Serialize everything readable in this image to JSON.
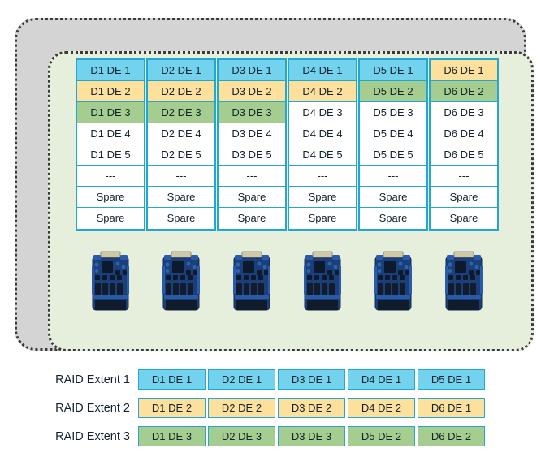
{
  "diagram": {
    "title_alt": "RAID disk extent pool layout",
    "colors": {
      "cyan": "#73d2ed",
      "yellow": "#fce09b",
      "green": "#a5cd8f",
      "plain": "#ffffff",
      "cell_border": "#22a7d0",
      "enclosure_outer_fill": "#d4d4d4",
      "enclosure_inner_fill": "#e5efdc",
      "enclosure_border": "#3a3a3a"
    }
  },
  "disk_grid": {
    "columns": [
      {
        "disk": "D1",
        "cells": [
          {
            "label": "D1 DE 1",
            "color": "cyan"
          },
          {
            "label": "D1 DE 2",
            "color": "yellow"
          },
          {
            "label": "D1 DE 3",
            "color": "green"
          },
          {
            "label": "D1 DE 4",
            "color": "plain"
          },
          {
            "label": "D1 DE 5",
            "color": "plain"
          },
          {
            "label": "---",
            "color": "plain"
          },
          {
            "label": "Spare",
            "color": "plain"
          },
          {
            "label": "Spare",
            "color": "plain"
          }
        ]
      },
      {
        "disk": "D2",
        "cells": [
          {
            "label": "D2 DE 1",
            "color": "cyan"
          },
          {
            "label": "D2 DE 2",
            "color": "yellow"
          },
          {
            "label": "D2 DE 3",
            "color": "green"
          },
          {
            "label": "D2 DE 4",
            "color": "plain"
          },
          {
            "label": "D2 DE 5",
            "color": "plain"
          },
          {
            "label": "---",
            "color": "plain"
          },
          {
            "label": "Spare",
            "color": "plain"
          },
          {
            "label": "Spare",
            "color": "plain"
          }
        ]
      },
      {
        "disk": "D3",
        "cells": [
          {
            "label": "D3 DE 1",
            "color": "cyan"
          },
          {
            "label": "D3 DE 2",
            "color": "yellow"
          },
          {
            "label": "D3 DE 3",
            "color": "green"
          },
          {
            "label": "D3 DE 4",
            "color": "plain"
          },
          {
            "label": "D3 DE 5",
            "color": "plain"
          },
          {
            "label": "---",
            "color": "plain"
          },
          {
            "label": "Spare",
            "color": "plain"
          },
          {
            "label": "Spare",
            "color": "plain"
          }
        ]
      },
      {
        "disk": "D4",
        "cells": [
          {
            "label": "D4 DE 1",
            "color": "cyan"
          },
          {
            "label": "D4 DE 2",
            "color": "yellow"
          },
          {
            "label": "D4 DE 3",
            "color": "plain"
          },
          {
            "label": "D4 DE 4",
            "color": "plain"
          },
          {
            "label": "D4 DE 5",
            "color": "plain"
          },
          {
            "label": "---",
            "color": "plain"
          },
          {
            "label": "Spare",
            "color": "plain"
          },
          {
            "label": "Spare",
            "color": "plain"
          }
        ]
      },
      {
        "disk": "D5",
        "cells": [
          {
            "label": "D5 DE 1",
            "color": "cyan"
          },
          {
            "label": "D5 DE 2",
            "color": "green"
          },
          {
            "label": "D5 DE 3",
            "color": "plain"
          },
          {
            "label": "D5 DE 4",
            "color": "plain"
          },
          {
            "label": "D5 DE 5",
            "color": "plain"
          },
          {
            "label": "---",
            "color": "plain"
          },
          {
            "label": "Spare",
            "color": "plain"
          },
          {
            "label": "Spare",
            "color": "plain"
          }
        ]
      },
      {
        "disk": "D6",
        "cells": [
          {
            "label": "D6 DE 1",
            "color": "yellow"
          },
          {
            "label": "D6 DE 2",
            "color": "green"
          },
          {
            "label": "D6 DE 3",
            "color": "plain"
          },
          {
            "label": "D6 DE 4",
            "color": "plain"
          },
          {
            "label": "D6 DE 5",
            "color": "plain"
          },
          {
            "label": "---",
            "color": "plain"
          },
          {
            "label": "Spare",
            "color": "plain"
          },
          {
            "label": "Spare",
            "color": "plain"
          }
        ]
      }
    ]
  },
  "drives": [
    {
      "name": "disk-drive-1"
    },
    {
      "name": "disk-drive-2"
    },
    {
      "name": "disk-drive-3"
    },
    {
      "name": "disk-drive-4"
    },
    {
      "name": "disk-drive-5"
    },
    {
      "name": "disk-drive-6"
    }
  ],
  "raid_extents": [
    {
      "label": "RAID Extent 1",
      "color": "cyan",
      "members": [
        "D1 DE 1",
        "D2 DE 1",
        "D3 DE 1",
        "D4 DE 1",
        "D5 DE 1"
      ]
    },
    {
      "label": "RAID Extent 2",
      "color": "yellow",
      "members": [
        "D1 DE 2",
        "D2 DE 2",
        "D3 DE 2",
        "D4 DE 2",
        "D6 DE 1"
      ]
    },
    {
      "label": "RAID Extent 3",
      "color": "green",
      "members": [
        "D1 DE 3",
        "D2 DE 3",
        "D3 DE 3",
        "D5 DE 2",
        "D6 DE 2"
      ]
    }
  ]
}
